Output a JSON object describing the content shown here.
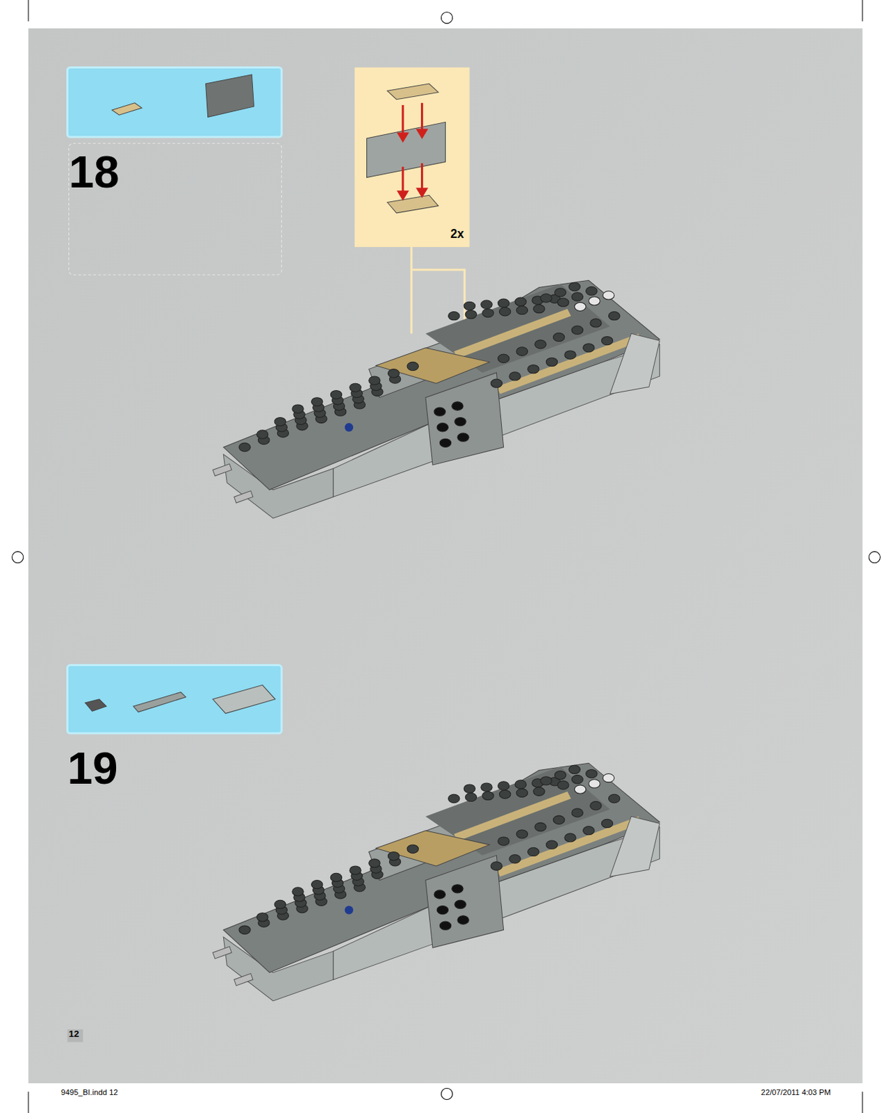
{
  "diagram": {
    "nodes": [
      {
        "text": [
          "2x"
        ]
      }
    ],
    "labels": [
      "18",
      "19",
      "12",
      "9495_BI.indd 12",
      "22/07/2011 4:03 PM"
    ]
  }
}
